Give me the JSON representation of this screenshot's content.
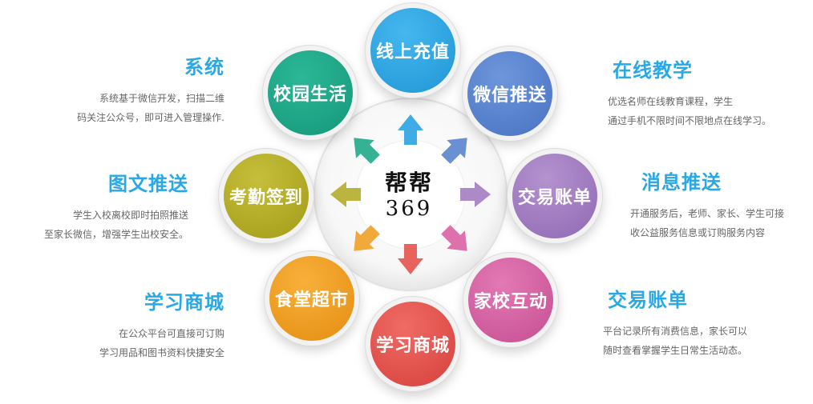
{
  "center": {
    "line1": "帮帮",
    "line2": "369"
  },
  "nodes": {
    "n1": "线上充值",
    "n2": "微信推送",
    "n3": "交易账单",
    "n4": "家校互动",
    "n5": "学习商城",
    "n6": "食堂超市",
    "n7": "考勤签到",
    "n8": "校园生活"
  },
  "colors": {
    "title_blue": "#29a8e6",
    "n1": "#2ba3e2",
    "n2": "#5a84cf",
    "n3": "#a27dc1",
    "n4": "#d862a3",
    "n5": "#e5524d",
    "n6": "#f0a024",
    "n7": "#b4ad2a",
    "n8": "#1fa887"
  },
  "features": {
    "f1": {
      "title": "系统",
      "lines": [
        "系统基于微信开发，扫描二维",
        "码关注公众号，即可进入管理操作."
      ]
    },
    "f2": {
      "title": "图文推送",
      "lines": [
        "学生入校离校即时拍照推送",
        "至家长微信，增强学生出校安全。"
      ]
    },
    "f3": {
      "title": "学习商城",
      "lines": [
        "在公众平台可直接可订购",
        "学习用品和图书资料快捷安全"
      ]
    },
    "f4": {
      "title": "在线教学",
      "lines": [
        "优选名师在线教育课程，学生",
        "通过手机不限时间不限地点在线学习。"
      ]
    },
    "f5": {
      "title": "消息推送",
      "lines": [
        "开通服务后，老师、家长、学生可接",
        "收公益服务信息或订购服务内容"
      ]
    },
    "f6": {
      "title": "交易账单",
      "lines": [
        "平台记录所有消费信息，家长可以",
        "随时查看掌握学生日常生活动态。"
      ]
    }
  }
}
